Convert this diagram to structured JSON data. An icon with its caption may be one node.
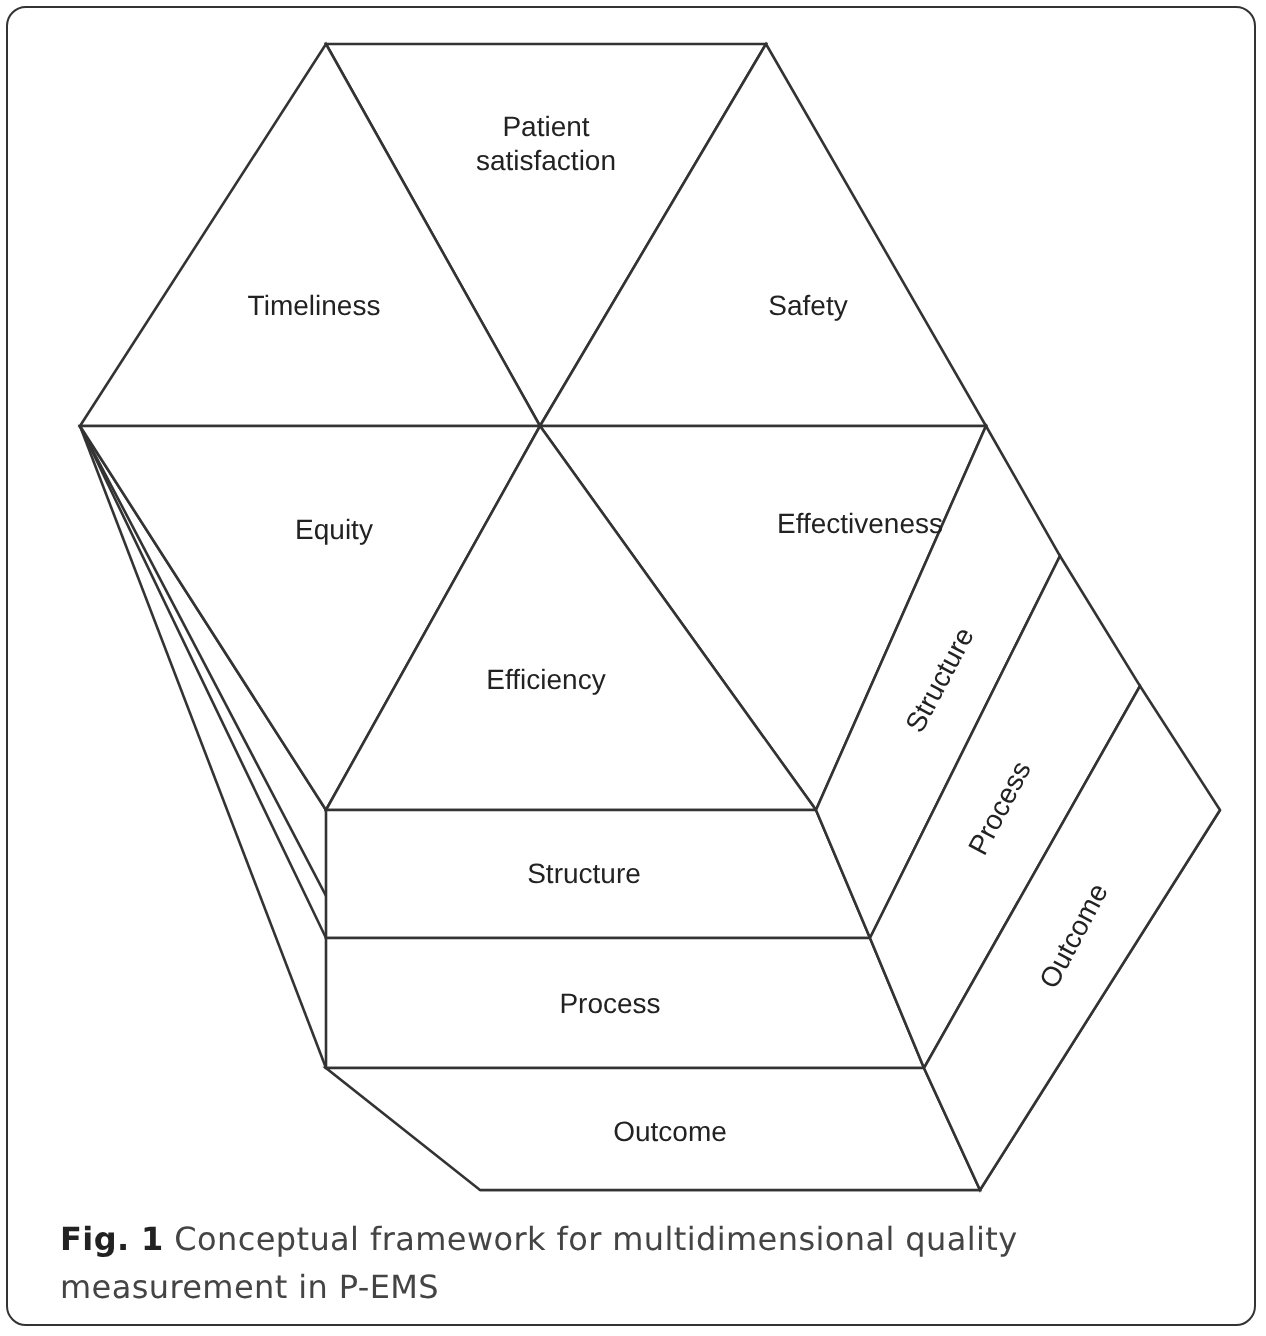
{
  "diagram": {
    "caption": "**Fig. 1** Conceptual framework for multidimensional quality measurement in P-EMS",
    "nodes": [
      {
        "text": [
          "Patient satisfaction"
        ]
      },
      {
        "text": [
          "Timeliness"
        ]
      },
      {
        "text": [
          "Safety"
        ]
      },
      {
        "text": [
          "Equity"
        ]
      },
      {
        "text": [
          "Effectiveness"
        ]
      },
      {
        "text": [
          "Efficiency"
        ]
      },
      {
        "text": [
          "Structure"
        ]
      },
      {
        "text": [
          "Structure"
        ]
      },
      {
        "text": [
          "Process"
        ]
      },
      {
        "text": [
          "Process"
        ]
      },
      {
        "text": [
          "Outcome"
        ]
      },
      {
        "text": [
          "Outcome"
        ]
      }
    ],
    "edges": []
  }
}
